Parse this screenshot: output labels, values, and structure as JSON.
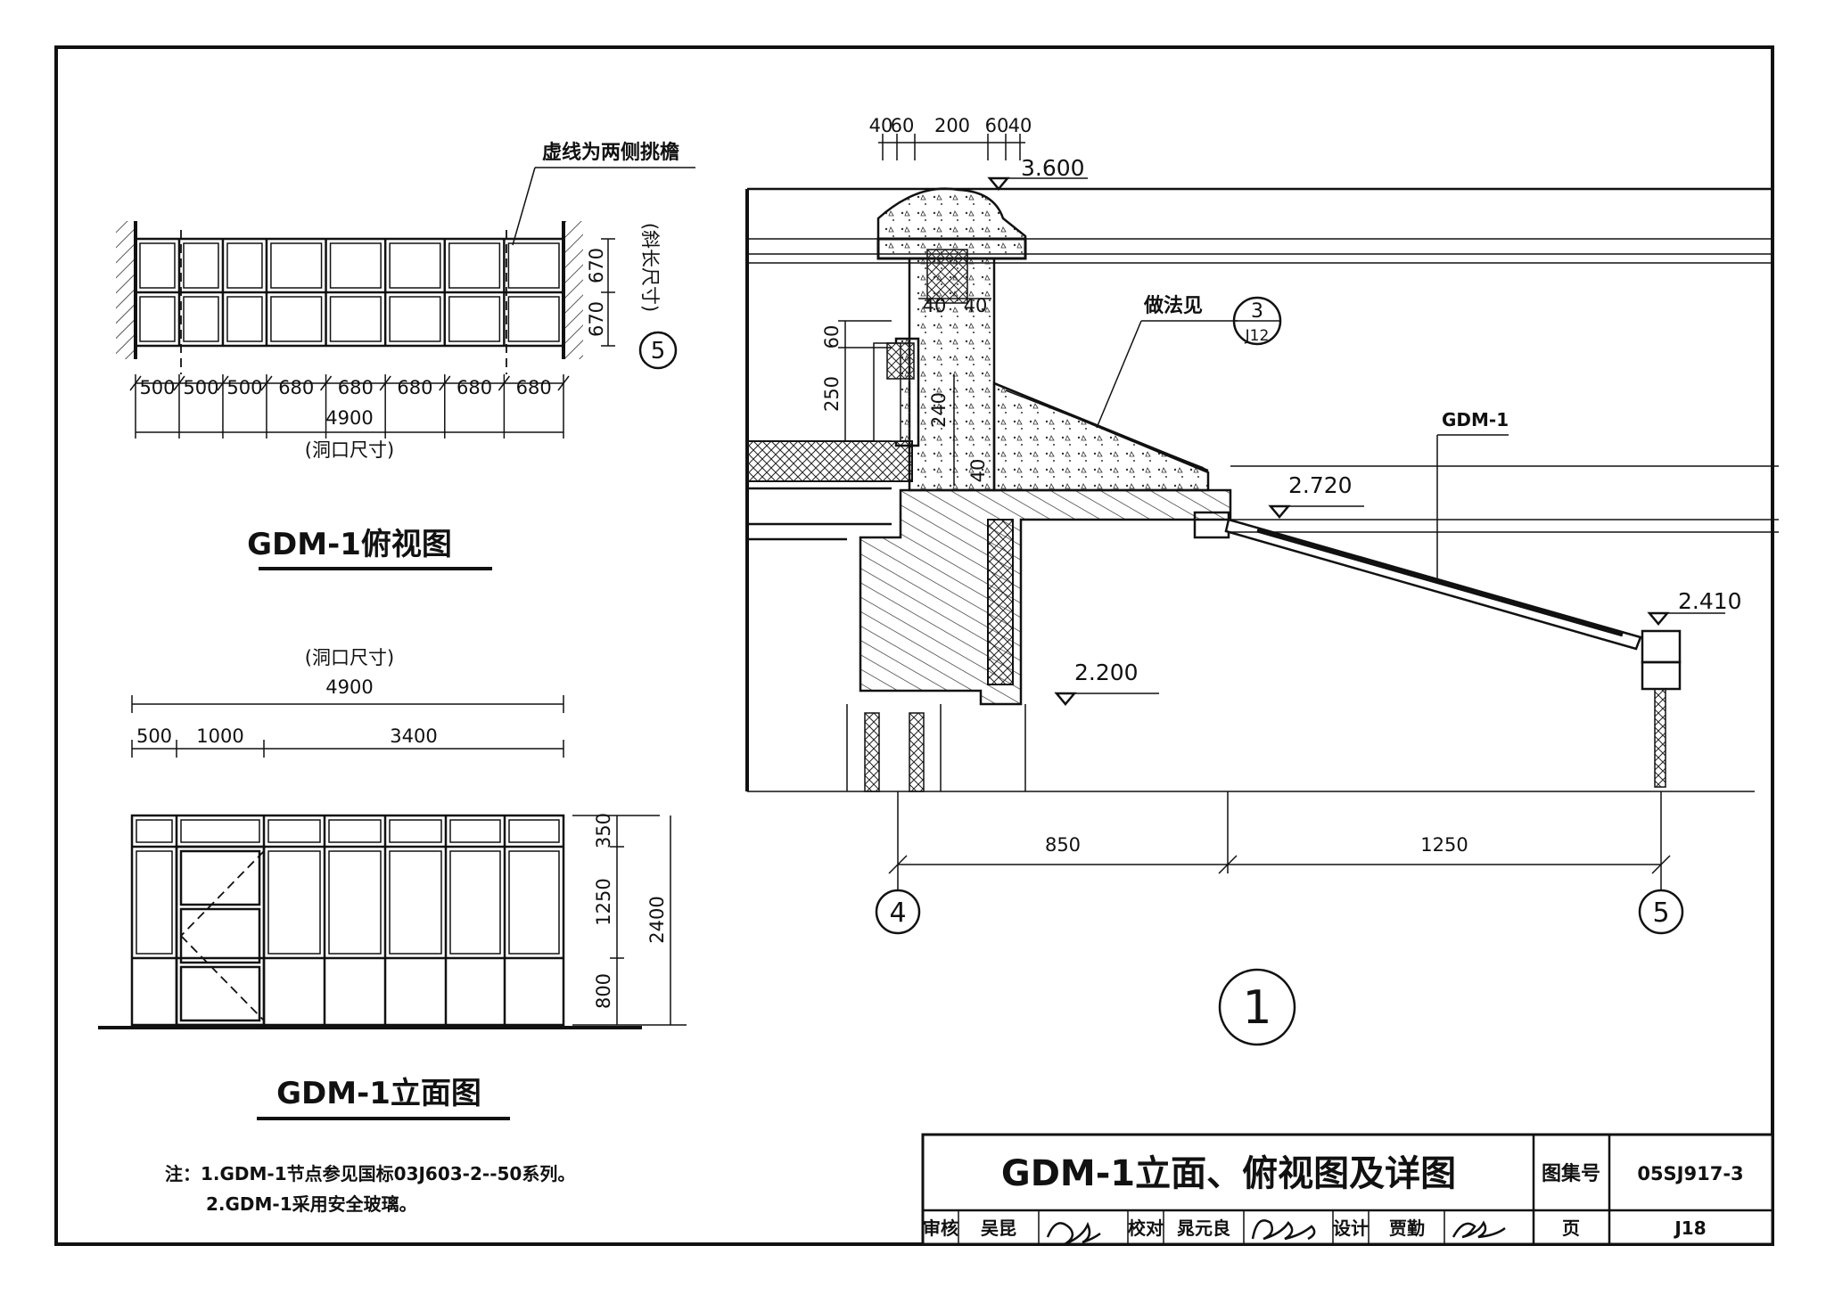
{
  "plan": {
    "title": "GDM-1俯视图",
    "note": "虚线为两侧挑檐",
    "dims_top": [
      "500",
      "500",
      "500",
      "680",
      "680",
      "680",
      "680",
      "680"
    ],
    "total": "4900",
    "opening": "(洞口尺寸)",
    "side_dims": [
      "670",
      "670"
    ],
    "side_label": "(斜长尺寸)",
    "axis": "5"
  },
  "elevation": {
    "title": "GDM-1立面图",
    "opening": "(洞口尺寸)",
    "total": "4900",
    "dims_top": [
      "500",
      "1000",
      "3400"
    ],
    "dims_side": [
      "350",
      "1250",
      "800"
    ],
    "height_total": "2400"
  },
  "section": {
    "top_dims": [
      "40",
      "60",
      "200",
      "60",
      "40"
    ],
    "levels": [
      "3.600",
      "2.720",
      "2.410",
      "2.200"
    ],
    "dims_left": [
      "60",
      "250"
    ],
    "dims_inner": [
      "40",
      "40",
      "240",
      "40"
    ],
    "ref_text": "做法见",
    "ref_num": "3",
    "ref_page": "J12",
    "gdm_label": "GDM-1",
    "bottom_dims": [
      "850",
      "1250"
    ],
    "axes": [
      "4",
      "5"
    ],
    "detail_num": "1"
  },
  "notes": {
    "line1": "注：1.GDM-1节点参见国标03J603-2--50系列。",
    "line2": "2.GDM-1采用安全玻璃。"
  },
  "title_block": {
    "title": "GDM-1立面、俯视图及详图",
    "atlas_label": "图集号",
    "atlas_no": "05SJ917-3",
    "review_label": "审核",
    "reviewer": "吴昆",
    "check_label": "校对",
    "checker": "晁元良",
    "design_label": "设计",
    "designer": "贾勤",
    "page_label": "页",
    "page_no": "J18"
  }
}
